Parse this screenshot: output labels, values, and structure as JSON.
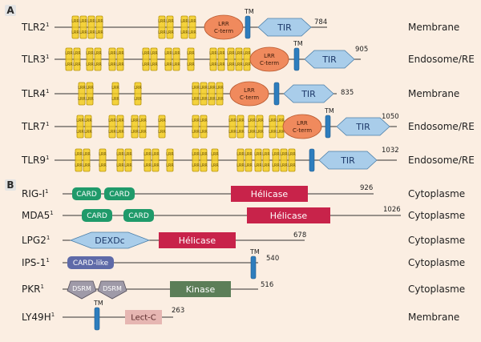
{
  "sections": [
    "A",
    "B"
  ],
  "common": {
    "tm_label": "TM",
    "tir_label": "TIR",
    "lrr_line1": "LRR",
    "lrr_line2": "C-term",
    "lrr_unit": "LRR"
  },
  "proteins": [
    {
      "name": "TLR2",
      "sup": "1",
      "location": "Membrane",
      "length": "784"
    },
    {
      "name": "TLR3",
      "sup": "1",
      "location": "Endosome/RE",
      "length": "905"
    },
    {
      "name": "TLR4",
      "sup": "1",
      "location": "Membrane",
      "length": "835"
    },
    {
      "name": "TLR7",
      "sup": "1",
      "location": "Endosome/RE",
      "length": "1050"
    },
    {
      "name": "TLR9",
      "sup": "1",
      "location": "Endosome/RE",
      "length": "1032"
    },
    {
      "name": "RIG-I",
      "sup": "1",
      "location": "Cytoplasme",
      "length": "926"
    },
    {
      "name": "MDA5",
      "sup": "1",
      "location": "Cytoplasme",
      "length": "1026"
    },
    {
      "name": "LPG2",
      "sup": "1",
      "location": "Cytoplasme",
      "length": "678"
    },
    {
      "name": "IPS-1",
      "sup": "1",
      "location": "Cytoplasme",
      "length": "540"
    },
    {
      "name": "PKR",
      "sup": "1",
      "location": "Cytoplasme",
      "length": "516"
    },
    {
      "name": "LY49H",
      "sup": "1",
      "location": "Membrane",
      "length": "263"
    }
  ],
  "domain_labels": {
    "card": "CARD",
    "helicase": "Hélicase",
    "dexdc": "DEXDc",
    "card_like": "CARD-like",
    "dsrm": "DSRM",
    "kinase": "Kinase",
    "lectc": "Lect-C"
  },
  "colors": {
    "background": "#fbeee2",
    "lrr_fill": "#f4d23c",
    "lrr_stroke": "#b8950c",
    "lrr_cterm": "#f08a5d",
    "tm": "#2e7dbd",
    "tir": "#a9cdea",
    "card": "#1f9a6a",
    "helicase": "#c8234a",
    "dexdc": "#a9cdea",
    "card_like": "#5e6aa8",
    "dsrm": "#9f9aa8",
    "kinase": "#5c7e58",
    "lectc": "#e6b6b2"
  }
}
